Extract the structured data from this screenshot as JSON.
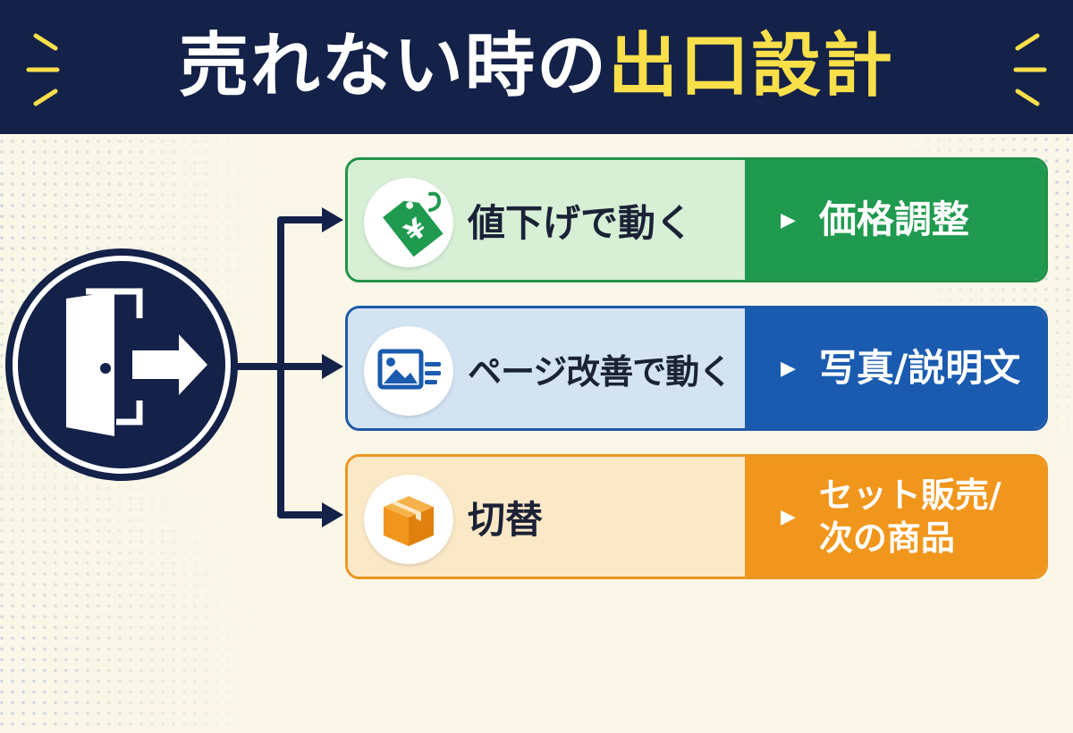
{
  "title": {
    "part1": "売れない時の",
    "part2": "出口設計"
  },
  "colors": {
    "header_bg": "#142148",
    "title_accent": "#f9e04a",
    "green": "#1f9a4f",
    "blue": "#1a5bb0",
    "orange": "#f1961c",
    "background": "#fbf7e8"
  },
  "source": {
    "icon": "door-exit-icon"
  },
  "branches": [
    {
      "icon": "yen-price-tag-icon",
      "label": "値下げで動く",
      "result": "価格調整"
    },
    {
      "icon": "image-page-icon",
      "label": "ページ改善で動く",
      "result": "写真/説明文"
    },
    {
      "icon": "cardboard-box-icon",
      "label": "切替",
      "result_line1": "セット販売/",
      "result_line2": "次の商品"
    }
  ],
  "arrow_glyph": "▶"
}
